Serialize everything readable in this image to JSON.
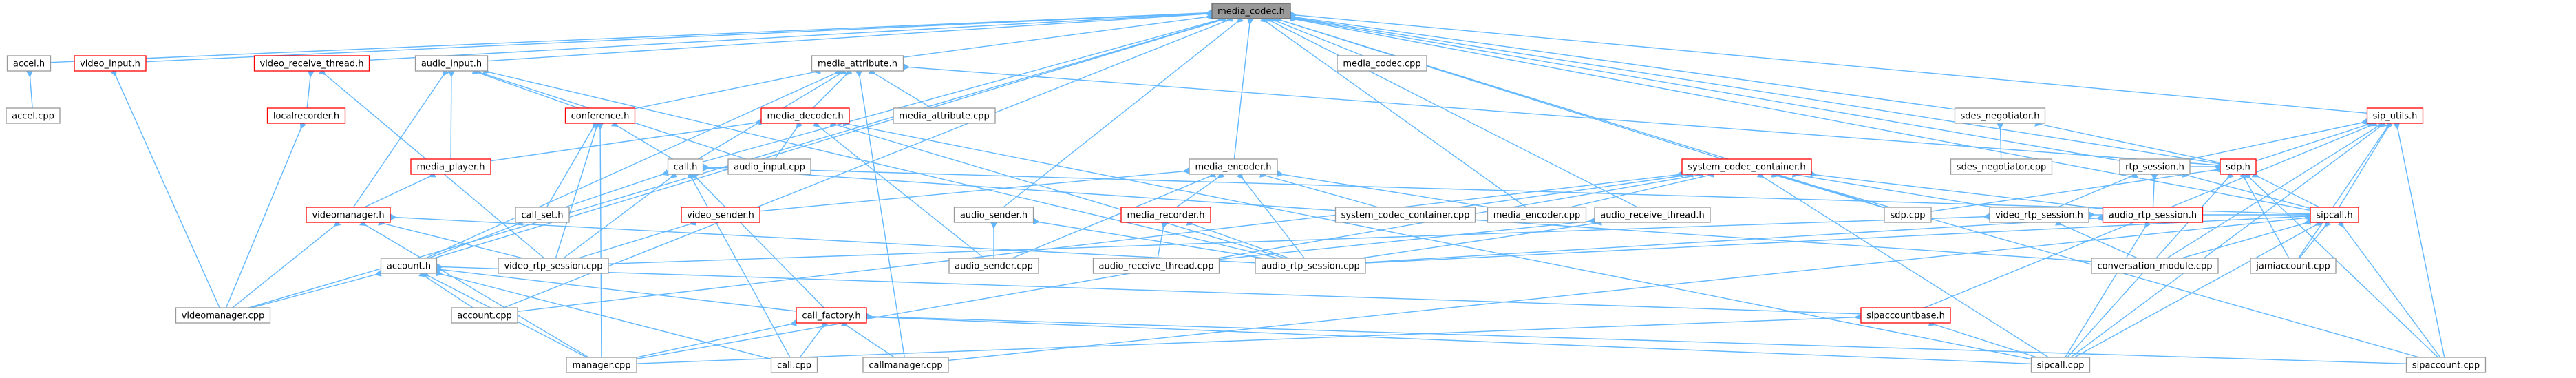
{
  "colors": {
    "edge": "#63b8ff",
    "box_border": "#999999",
    "incomplete_border": "#ff0000",
    "root_fill": "#999999"
  },
  "nodes": [
    {
      "id": "media_codec_h",
      "label": "media_codec.h",
      "kind": "root"
    },
    {
      "id": "accel_h",
      "label": "accel.h",
      "kind": "normal"
    },
    {
      "id": "accel_cpp",
      "label": "accel.cpp",
      "kind": "normal"
    },
    {
      "id": "video_input_h",
      "label": "video_input.h",
      "kind": "red"
    },
    {
      "id": "video_receive_thread_h",
      "label": "video_receive_thread.h",
      "kind": "red"
    },
    {
      "id": "localrecorder_h",
      "label": "localrecorder.h",
      "kind": "red"
    },
    {
      "id": "audio_input_h",
      "label": "audio_input.h",
      "kind": "normal"
    },
    {
      "id": "media_player_h",
      "label": "media_player.h",
      "kind": "red"
    },
    {
      "id": "videomanager_h",
      "label": "videomanager.h",
      "kind": "red"
    },
    {
      "id": "media_attribute_h",
      "label": "media_attribute.h",
      "kind": "normal"
    },
    {
      "id": "conference_h",
      "label": "conference.h",
      "kind": "red"
    },
    {
      "id": "media_decoder_h",
      "label": "media_decoder.h",
      "kind": "red"
    },
    {
      "id": "media_attribute_cpp",
      "label": "media_attribute.cpp",
      "kind": "normal"
    },
    {
      "id": "media_codec_cpp",
      "label": "media_codec.cpp",
      "kind": "normal"
    },
    {
      "id": "call_h",
      "label": "call.h",
      "kind": "normal"
    },
    {
      "id": "audio_input_cpp",
      "label": "audio_input.cpp",
      "kind": "normal"
    },
    {
      "id": "call_set_h",
      "label": "call_set.h",
      "kind": "normal"
    },
    {
      "id": "video_sender_h",
      "label": "video_sender.h",
      "kind": "red"
    },
    {
      "id": "media_encoder_h",
      "label": "media_encoder.h",
      "kind": "normal"
    },
    {
      "id": "media_recorder_h",
      "label": "media_recorder.h",
      "kind": "red"
    },
    {
      "id": "audio_sender_h",
      "label": "audio_sender.h",
      "kind": "normal"
    },
    {
      "id": "account_h",
      "label": "account.h",
      "kind": "normal"
    },
    {
      "id": "video_rtp_session_cpp",
      "label": "video_rtp_session.cpp",
      "kind": "normal"
    },
    {
      "id": "audio_sender_cpp",
      "label": "audio_sender.cpp",
      "kind": "normal"
    },
    {
      "id": "audio_receive_thread_cpp",
      "label": "audio_receive_thread.cpp",
      "kind": "normal"
    },
    {
      "id": "audio_rtp_session_cpp",
      "label": "audio_rtp_session.cpp",
      "kind": "normal"
    },
    {
      "id": "videomanager_cpp",
      "label": "videomanager.cpp",
      "kind": "normal"
    },
    {
      "id": "account_cpp",
      "label": "account.cpp",
      "kind": "normal"
    },
    {
      "id": "call_factory_h",
      "label": "call_factory.h",
      "kind": "red"
    },
    {
      "id": "manager_cpp",
      "label": "manager.cpp",
      "kind": "normal"
    },
    {
      "id": "call_cpp",
      "label": "call.cpp",
      "kind": "normal"
    },
    {
      "id": "callmanager_cpp",
      "label": "callmanager.cpp",
      "kind": "normal"
    },
    {
      "id": "system_codec_container_h",
      "label": "system_codec_container.h",
      "kind": "red"
    },
    {
      "id": "system_codec_container_cpp",
      "label": "system_codec_container.cpp",
      "kind": "normal"
    },
    {
      "id": "media_encoder_cpp",
      "label": "media_encoder.cpp",
      "kind": "normal"
    },
    {
      "id": "audio_receive_thread_h",
      "label": "audio_receive_thread.h",
      "kind": "normal"
    },
    {
      "id": "sdp_cpp",
      "label": "sdp.cpp",
      "kind": "normal"
    },
    {
      "id": "sdes_negotiator_h",
      "label": "sdes_negotiator.h",
      "kind": "normal"
    },
    {
      "id": "sdes_negotiator_cpp",
      "label": "sdes_negotiator.cpp",
      "kind": "normal"
    },
    {
      "id": "rtp_session_h",
      "label": "rtp_session.h",
      "kind": "normal"
    },
    {
      "id": "video_rtp_session_h",
      "label": "video_rtp_session.h",
      "kind": "normal"
    },
    {
      "id": "audio_rtp_session_h",
      "label": "audio_rtp_session.h",
      "kind": "red"
    },
    {
      "id": "sdp_h",
      "label": "sdp.h",
      "kind": "red"
    },
    {
      "id": "sip_utils_h",
      "label": "sip_utils.h",
      "kind": "red"
    },
    {
      "id": "sipcall_h",
      "label": "sipcall.h",
      "kind": "red"
    },
    {
      "id": "conversation_module_cpp",
      "label": "conversation_module.cpp",
      "kind": "normal"
    },
    {
      "id": "jamiaccount_cpp",
      "label": "jamiaccount.cpp",
      "kind": "normal"
    },
    {
      "id": "sipaccountbase_h",
      "label": "sipaccountbase.h",
      "kind": "red"
    },
    {
      "id": "sipcall_cpp",
      "label": "sipcall.cpp",
      "kind": "normal"
    },
    {
      "id": "sipaccount_cpp",
      "label": "sipaccount.cpp",
      "kind": "normal"
    }
  ],
  "edges": [
    [
      "media_codec_h",
      "accel_h"
    ],
    [
      "media_codec_h",
      "video_input_h"
    ],
    [
      "media_codec_h",
      "video_receive_thread_h"
    ],
    [
      "media_codec_h",
      "audio_input_h"
    ],
    [
      "media_codec_h",
      "media_attribute_h"
    ],
    [
      "media_codec_h",
      "media_codec_cpp"
    ],
    [
      "media_codec_h",
      "call_h"
    ],
    [
      "media_codec_h",
      "media_encoder_h"
    ],
    [
      "media_codec_h",
      "system_codec_container_h"
    ],
    [
      "media_codec_h",
      "sdes_negotiator_h"
    ],
    [
      "media_codec_h",
      "rtp_session_h"
    ],
    [
      "media_codec_h",
      "sdp_h"
    ],
    [
      "media_codec_h",
      "sip_utils_h"
    ],
    [
      "media_codec_h",
      "audio_sender_h"
    ],
    [
      "media_codec_h",
      "audio_receive_thread_h"
    ],
    [
      "media_codec_h",
      "sdp_cpp"
    ],
    [
      "media_codec_h",
      "account_h"
    ],
    [
      "media_codec_h",
      "account_cpp"
    ],
    [
      "media_codec_h",
      "media_encoder_cpp"
    ],
    [
      "media_codec_h",
      "sipcall_h"
    ],
    [
      "media_codec_h",
      "videomanager_cpp"
    ],
    [
      "accel_h",
      "accel_cpp"
    ],
    [
      "video_input_h",
      "videomanager_cpp"
    ],
    [
      "video_receive_thread_h",
      "localrecorder_h"
    ],
    [
      "video_receive_thread_h",
      "video_rtp_session_cpp"
    ],
    [
      "localrecorder_h",
      "videomanager_cpp"
    ],
    [
      "audio_input_h",
      "media_player_h"
    ],
    [
      "audio_input_h",
      "videomanager_h"
    ],
    [
      "audio_input_h",
      "audio_input_cpp"
    ],
    [
      "audio_input_h",
      "conference_h"
    ],
    [
      "audio_input_h",
      "audio_rtp_session_cpp"
    ],
    [
      "media_player_h",
      "videomanager_h"
    ],
    [
      "videomanager_h",
      "videomanager_cpp"
    ],
    [
      "videomanager_h",
      "video_rtp_session_cpp"
    ],
    [
      "videomanager_h",
      "manager_cpp"
    ],
    [
      "videomanager_h",
      "audio_rtp_session_cpp"
    ],
    [
      "media_attribute_h",
      "conference_h"
    ],
    [
      "media_attribute_h",
      "media_decoder_h"
    ],
    [
      "media_attribute_h",
      "media_attribute_cpp"
    ],
    [
      "media_attribute_h",
      "call_h"
    ],
    [
      "media_attribute_h",
      "sdp_h"
    ],
    [
      "media_attribute_h",
      "account_h"
    ],
    [
      "media_attribute_h",
      "callmanager_cpp"
    ],
    [
      "conference_h",
      "call_h"
    ],
    [
      "conference_h",
      "call_set_h"
    ],
    [
      "conference_h",
      "manager_cpp"
    ],
    [
      "conference_h",
      "video_rtp_session_cpp"
    ],
    [
      "media_decoder_h",
      "media_player_h"
    ],
    [
      "media_decoder_h",
      "audio_input_cpp"
    ],
    [
      "media_decoder_h",
      "audio_sender_cpp"
    ],
    [
      "media_decoder_h",
      "audio_rtp_session_cpp"
    ],
    [
      "media_decoder_h",
      "sipcall_cpp"
    ],
    [
      "call_h",
      "call_set_h"
    ],
    [
      "call_h",
      "call_factory_h"
    ],
    [
      "call_h",
      "call_cpp"
    ],
    [
      "call_h",
      "video_rtp_session_cpp"
    ],
    [
      "call_h",
      "conversation_module_cpp"
    ],
    [
      "call_h",
      "sipcall_h"
    ],
    [
      "call_set_h",
      "account_h"
    ],
    [
      "media_encoder_h",
      "video_sender_h"
    ],
    [
      "media_encoder_h",
      "media_recorder_h"
    ],
    [
      "media_encoder_h",
      "media_encoder_cpp"
    ],
    [
      "media_encoder_h",
      "system_codec_container_cpp"
    ],
    [
      "media_encoder_h",
      "audio_sender_cpp"
    ],
    [
      "media_encoder_h",
      "audio_rtp_session_cpp"
    ],
    [
      "video_sender_h",
      "video_rtp_session_cpp"
    ],
    [
      "media_recorder_h",
      "audio_receive_thread_cpp"
    ],
    [
      "media_recorder_h",
      "audio_rtp_session_cpp"
    ],
    [
      "audio_sender_h",
      "audio_sender_cpp"
    ],
    [
      "audio_sender_h",
      "audio_rtp_session_cpp"
    ],
    [
      "account_h",
      "videomanager_cpp"
    ],
    [
      "account_h",
      "account_cpp"
    ],
    [
      "account_h",
      "call_factory_h"
    ],
    [
      "account_h",
      "manager_cpp"
    ],
    [
      "account_h",
      "call_cpp"
    ],
    [
      "account_h",
      "sipaccountbase_h"
    ],
    [
      "call_factory_h",
      "manager_cpp"
    ],
    [
      "call_factory_h",
      "call_cpp"
    ],
    [
      "call_factory_h",
      "callmanager_cpp"
    ],
    [
      "call_factory_h",
      "sipcall_cpp"
    ],
    [
      "call_factory_h",
      "sipaccount_cpp"
    ],
    [
      "system_codec_container_h",
      "system_codec_container_cpp"
    ],
    [
      "system_codec_container_h",
      "media_encoder_cpp"
    ],
    [
      "system_codec_container_h",
      "sdp_cpp"
    ],
    [
      "system_codec_container_h",
      "video_rtp_session_h"
    ],
    [
      "system_codec_container_h",
      "audio_rtp_session_h"
    ],
    [
      "system_codec_container_h",
      "account_cpp"
    ],
    [
      "system_codec_container_h",
      "manager_cpp"
    ],
    [
      "system_codec_container_h",
      "sipcall_cpp"
    ],
    [
      "system_codec_container_h",
      "sipaccount_cpp"
    ],
    [
      "audio_receive_thread_h",
      "audio_receive_thread_cpp"
    ],
    [
      "audio_receive_thread_h",
      "audio_rtp_session_cpp"
    ],
    [
      "sdes_negotiator_h",
      "sdes_negotiator_cpp"
    ],
    [
      "sdes_negotiator_h",
      "sdp_h"
    ],
    [
      "rtp_session_h",
      "video_rtp_session_h"
    ],
    [
      "rtp_session_h",
      "audio_rtp_session_h"
    ],
    [
      "rtp_session_h",
      "sipcall_h"
    ],
    [
      "video_rtp_session_h",
      "video_rtp_session_cpp"
    ],
    [
      "video_rtp_session_h",
      "sipcall_h"
    ],
    [
      "video_rtp_session_h",
      "conversation_module_cpp"
    ],
    [
      "audio_rtp_session_h",
      "audio_rtp_session_cpp"
    ],
    [
      "audio_rtp_session_h",
      "sipcall_cpp"
    ],
    [
      "sdp_h",
      "sdp_cpp"
    ],
    [
      "sdp_h",
      "sipcall_h"
    ],
    [
      "sdp_h",
      "jamiaccount_cpp"
    ],
    [
      "sdp_h",
      "sipcall_cpp"
    ],
    [
      "sdp_h",
      "sipaccount_cpp"
    ],
    [
      "sdp_h",
      "rtp_session_h"
    ],
    [
      "sip_utils_h",
      "sdp_h"
    ],
    [
      "sip_utils_h",
      "sipcall_h"
    ],
    [
      "sip_utils_h",
      "rtp_session_h"
    ],
    [
      "sip_utils_h",
      "jamiaccount_cpp"
    ],
    [
      "sip_utils_h",
      "sipaccountbase_h"
    ],
    [
      "sip_utils_h",
      "sipcall_cpp"
    ],
    [
      "sip_utils_h",
      "sipaccount_cpp"
    ],
    [
      "sip_utils_h",
      "conversation_module_cpp"
    ],
    [
      "sipcall_h",
      "conversation_module_cpp"
    ],
    [
      "sipcall_h",
      "jamiaccount_cpp"
    ],
    [
      "sipcall_h",
      "sipcall_cpp"
    ],
    [
      "sipcall_h",
      "sipaccount_cpp"
    ],
    [
      "sipcall_h",
      "callmanager_cpp"
    ],
    [
      "sipcall_h",
      "audio_rtp_session_cpp"
    ],
    [
      "sipaccountbase_h",
      "sipcall_cpp"
    ],
    [
      "sipaccountbase_h",
      "manager_cpp"
    ]
  ]
}
